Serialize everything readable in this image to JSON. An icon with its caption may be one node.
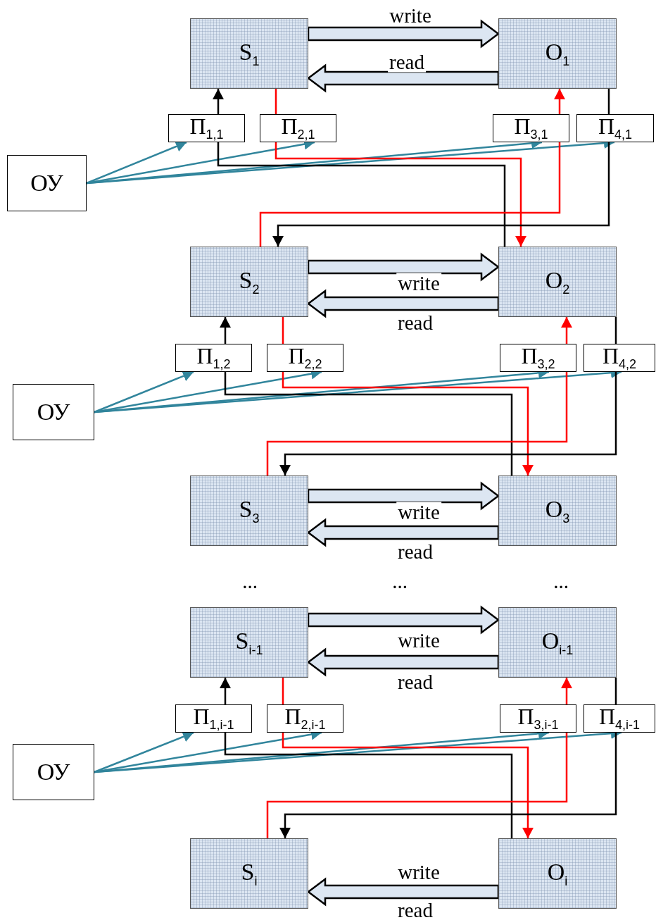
{
  "diagram": {
    "nodes": [
      {
        "text": [
          "S$_{1}$"
        ]
      },
      {
        "text": [
          "O$_{1}$"
        ]
      },
      {
        "text": [
          "Π$_{1,1}$"
        ]
      },
      {
        "text": [
          "Π$_{2,1}$"
        ]
      },
      {
        "text": [
          "Π$_{3,1}$"
        ]
      },
      {
        "text": [
          "Π$_{4,1}$"
        ]
      },
      {
        "text": [
          "ОУ"
        ]
      },
      {
        "text": [
          "S$_{2}$"
        ]
      },
      {
        "text": [
          "O$_{2}$"
        ]
      },
      {
        "text": [
          "Π$_{1,2}$"
        ]
      },
      {
        "text": [
          "Π$_{2,2}$"
        ]
      },
      {
        "text": [
          "Π$_{3,2}$"
        ]
      },
      {
        "text": [
          "Π$_{4,2}$"
        ]
      },
      {
        "text": [
          "ОУ"
        ]
      },
      {
        "text": [
          "S$_{3}$"
        ]
      },
      {
        "text": [
          "O$_{3}$"
        ]
      },
      {
        "text": [
          "S$_{i-1}$"
        ]
      },
      {
        "text": [
          "O$_{i-1}$"
        ]
      },
      {
        "text": [
          "Π$_{1,i-1}$"
        ]
      },
      {
        "text": [
          "Π$_{2,i-1}$"
        ]
      },
      {
        "text": [
          "Π$_{3,i-1}$"
        ]
      },
      {
        "text": [
          "Π$_{4,i-1}$"
        ]
      },
      {
        "text": [
          "ОУ"
        ]
      },
      {
        "text": [
          "S$_{i}$"
        ]
      },
      {
        "text": [
          "O$_{i}$"
        ]
      }
    ],
    "edges": [
      {
        "from": 0,
        "to": 1,
        "arrow": "to",
        "label": "write",
        "style": "thick"
      },
      {
        "from": 1,
        "to": 0,
        "arrow": "to",
        "label": "read",
        "style": "thick"
      },
      {
        "from": 2,
        "to": 0,
        "arrow": "to"
      },
      {
        "from": 0,
        "to": 3,
        "arrow": "none",
        "color": "#ff0000"
      },
      {
        "from": 4,
        "to": 1,
        "arrow": "to",
        "color": "#ff0000"
      },
      {
        "from": 1,
        "to": 5,
        "arrow": "none"
      },
      {
        "from": 6,
        "to": 2,
        "arrow": "to",
        "color": "#31859c"
      },
      {
        "from": 6,
        "to": 3,
        "arrow": "to",
        "color": "#31859c"
      },
      {
        "from": 6,
        "to": 4,
        "arrow": "to",
        "color": "#31859c"
      },
      {
        "from": 6,
        "to": 5,
        "arrow": "to",
        "color": "#31859c"
      },
      {
        "from": 8,
        "to": 2,
        "arrow": "none"
      },
      {
        "from": 3,
        "to": 8,
        "arrow": "to",
        "color": "#ff0000"
      },
      {
        "from": 7,
        "to": 4,
        "arrow": "none",
        "color": "#ff0000"
      },
      {
        "from": 5,
        "to": 7,
        "arrow": "to"
      },
      {
        "from": 7,
        "to": 8,
        "arrow": "to",
        "label": "write",
        "style": "thick"
      },
      {
        "from": 8,
        "to": 7,
        "arrow": "to",
        "label": "read",
        "style": "thick"
      },
      {
        "from": 9,
        "to": 7,
        "arrow": "to"
      },
      {
        "from": 7,
        "to": 10,
        "arrow": "none",
        "color": "#ff0000"
      },
      {
        "from": 11,
        "to": 8,
        "arrow": "to",
        "color": "#ff0000"
      },
      {
        "from": 8,
        "to": 12,
        "arrow": "none"
      },
      {
        "from": 13,
        "to": 9,
        "arrow": "to",
        "color": "#31859c"
      },
      {
        "from": 13,
        "to": 10,
        "arrow": "to",
        "color": "#31859c"
      },
      {
        "from": 13,
        "to": 11,
        "arrow": "to",
        "color": "#31859c"
      },
      {
        "from": 13,
        "to": 12,
        "arrow": "to",
        "color": "#31859c"
      },
      {
        "from": 15,
        "to": 9,
        "arrow": "none"
      },
      {
        "from": 10,
        "to": 15,
        "arrow": "to",
        "color": "#ff0000"
      },
      {
        "from": 14,
        "to": 11,
        "arrow": "none",
        "color": "#ff0000"
      },
      {
        "from": 12,
        "to": 14,
        "arrow": "to"
      },
      {
        "from": 14,
        "to": 15,
        "arrow": "to",
        "label": "write",
        "style": "thick"
      },
      {
        "from": 15,
        "to": 14,
        "arrow": "to",
        "label": "read",
        "style": "thick"
      },
      {
        "from": 16,
        "to": 17,
        "arrow": "to",
        "label": "write",
        "style": "thick"
      },
      {
        "from": 17,
        "to": 16,
        "arrow": "to",
        "label": "read",
        "style": "thick"
      },
      {
        "from": 18,
        "to": 16,
        "arrow": "to"
      },
      {
        "from": 16,
        "to": 19,
        "arrow": "none",
        "color": "#ff0000"
      },
      {
        "from": 20,
        "to": 17,
        "arrow": "to",
        "color": "#ff0000"
      },
      {
        "from": 17,
        "to": 21,
        "arrow": "none"
      },
      {
        "from": 22,
        "to": 18,
        "arrow": "to",
        "color": "#31859c"
      },
      {
        "from": 22,
        "to": 19,
        "arrow": "to",
        "color": "#31859c"
      },
      {
        "from": 22,
        "to": 20,
        "arrow": "to",
        "color": "#31859c"
      },
      {
        "from": 22,
        "to": 21,
        "arrow": "to",
        "color": "#31859c"
      },
      {
        "from": 24,
        "to": 18,
        "arrow": "none"
      },
      {
        "from": 19,
        "to": 24,
        "arrow": "to",
        "color": "#ff0000"
      },
      {
        "from": 23,
        "to": 20,
        "arrow": "none",
        "color": "#ff0000"
      },
      {
        "from": 21,
        "to": 23,
        "arrow": "to"
      },
      {
        "from": 24,
        "to": 23,
        "arrow": "to",
        "label": "read",
        "style": "thick"
      }
    ],
    "labels": [
      "...",
      "...",
      "...",
      "write"
    ]
  }
}
